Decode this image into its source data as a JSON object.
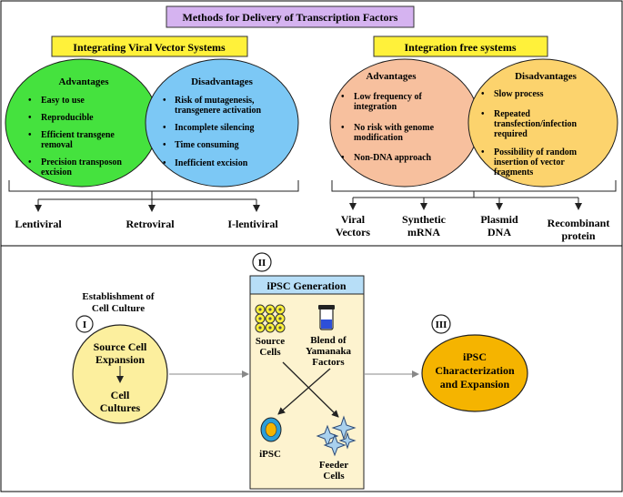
{
  "title": "Methods for Delivery of Transcription Factors",
  "viral": {
    "header": "Integrating Viral Vector Systems",
    "advantages": {
      "title": "Advantages",
      "items": [
        "Easy to use",
        "Reproducible",
        "Efficient transgene removal",
        "Precision transposon excision"
      ]
    },
    "disadvantages": {
      "title": "Disadvantages",
      "items": [
        "Risk of mutagenesis, transgenere activation",
        "Incomplete silencing",
        "Time consuming",
        "Inefficient excision"
      ]
    },
    "types": [
      "Lentiviral",
      "Retroviral",
      "I-lentiviral"
    ]
  },
  "nonviral": {
    "header": "Integration free systems",
    "advantages": {
      "title": "Advantages",
      "items": [
        "Low frequency of integration",
        "No risk with genome modification",
        "Non-DNA approach"
      ]
    },
    "disadvantages": {
      "title": "Disadvantages",
      "items": [
        "Slow process",
        "Repeated transfection/infection required",
        "Possibility of random insertion of vector fragments"
      ]
    },
    "types": [
      "Viral Vectors",
      "Synthetic mRNA",
      "Plasmid DNA",
      "Recombinant protein"
    ]
  },
  "workflow": {
    "step1": {
      "label": "Establishment of Cell Culture",
      "numeral": "I",
      "top": "Source Cell Expansion",
      "bottom": "Cell Cultures"
    },
    "step2": {
      "numeral": "II",
      "title": "iPSC Generation",
      "source": "Source Cells",
      "blend": "Blend of Yamanaka Factors",
      "ipsc": "iPSC",
      "feeder": "Feeder Cells"
    },
    "step3": {
      "numeral": "III",
      "text": "iPSC Characterization and Expansion"
    }
  },
  "colors": {
    "title_bg": "#d5b3f0",
    "header_bg": "#fff13a",
    "green": "#45e23e",
    "blue": "#7cc8f5",
    "peach": "#f7c09e",
    "orange_light": "#fcd36d",
    "yellow_light": "#fcef9e",
    "ipsc_bg": "#fdf3cf",
    "ipsc_header": "#b7def7",
    "step3": "#f5b400"
  }
}
